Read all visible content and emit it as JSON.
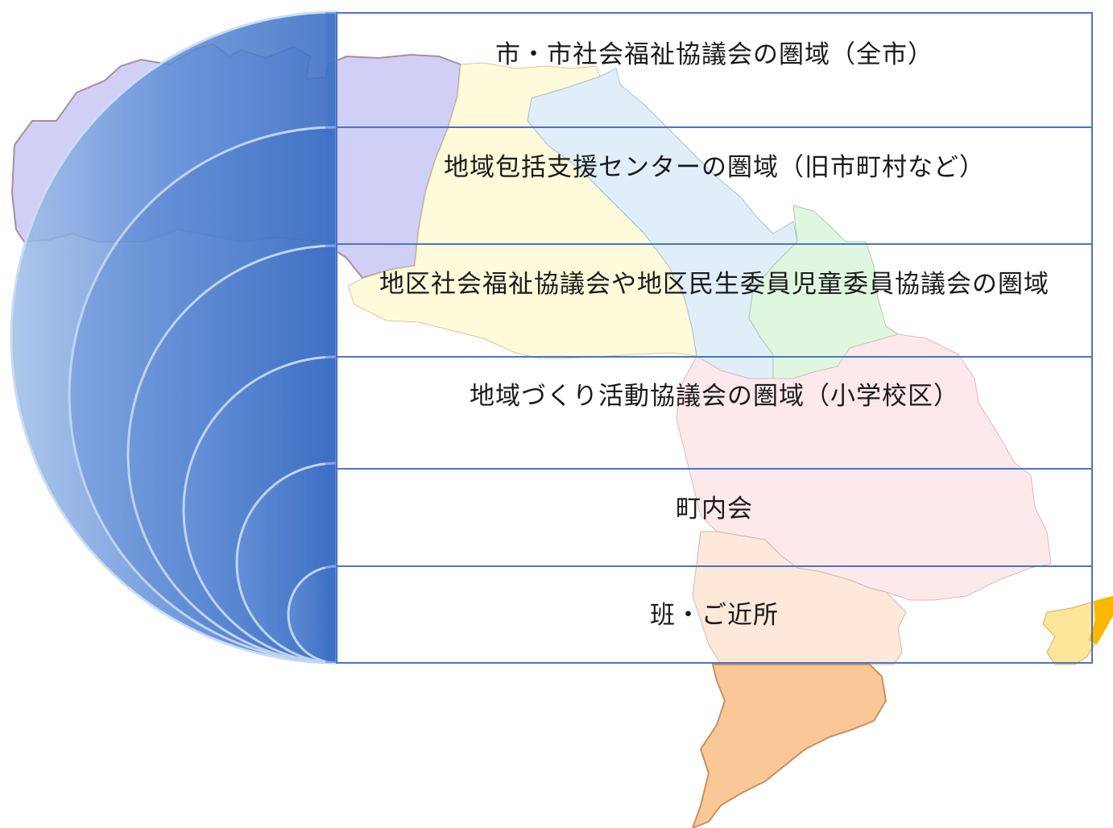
{
  "diagram": {
    "tiers": [
      {
        "label": "市・市社会福祉協議会の圏域（全市）"
      },
      {
        "label": "地域包括支援センターの圏域（旧市町村など）"
      },
      {
        "label": "地区社会福祉協議会や地区民生委員児童委員協議会の圏域"
      },
      {
        "label": "地域づくり活動協議会の圏域（小学校区）"
      },
      {
        "label": "町内会"
      },
      {
        "label": "班・ご近所"
      }
    ]
  },
  "colors": {
    "table_border": "#4a74c4",
    "semicircle_fill": "#3f74c8",
    "semicircle_outer": "#a9c4ea",
    "region_purple": "#c8c8f5",
    "region_yellow": "#fdfbd6",
    "region_lightblue": "#dcecf8",
    "region_green": "#dcf6dc",
    "region_pink": "#fde7ea",
    "region_peach": "#fde6d6",
    "region_orange": "#fac896",
    "region_gold": "#fbb800"
  }
}
